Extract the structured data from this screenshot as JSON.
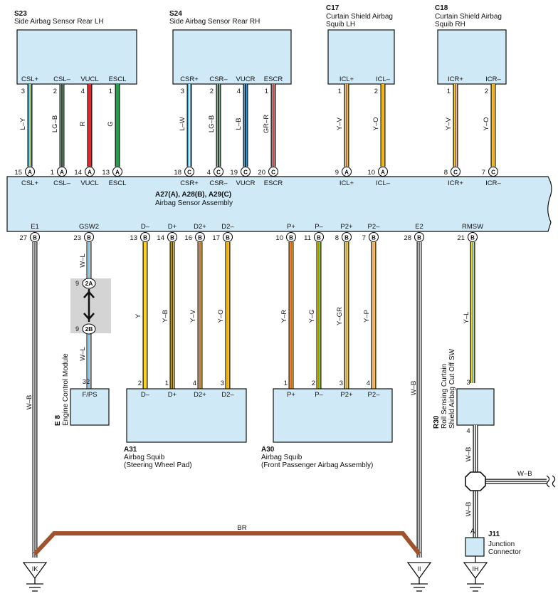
{
  "colors": {
    "box_fill": "#cfe9f7",
    "L": "#3aa8e6",
    "Y": "#ffd21f",
    "R": "#e8292b",
    "G": "#1fa34a",
    "W": "#ffffff",
    "B": "#111111",
    "V": "#8b4aa5",
    "O": "#f39a25",
    "P": "#f08fb6",
    "GR": "#9a9a9a",
    "BR": "#a0522d"
  },
  "s23": {
    "code": "S23",
    "name": "Side Airbag Sensor Rear LH",
    "pins": [
      "CSL+",
      "CSL–",
      "VUCL",
      "ESCL"
    ]
  },
  "s24": {
    "code": "S24",
    "name": "Side Airbag Sensor Rear RH",
    "pins": [
      "CSR+",
      "CSR–",
      "VUCR",
      "ESCR"
    ]
  },
  "c17": {
    "code": "C17",
    "name_line1": "Curtain Shield Airbag",
    "name_line2": "Squib LH",
    "pins": [
      "ICL+",
      "ICL–"
    ]
  },
  "c18": {
    "code": "C18",
    "name_line1": "Curtain Shield Airbag",
    "name_line2": "Squib RH",
    "pins": [
      "ICR+",
      "ICR–"
    ]
  },
  "assembly": {
    "code": "A27(A), A28(B), A29(C)",
    "name": "Airbag Sensor Assembly"
  },
  "top_wires": [
    {
      "upper_pin": "3",
      "label": "L–Y",
      "lower_pin": "15",
      "conn": "A",
      "pin_name": "CSL+",
      "c1": "L",
      "c2": "Y"
    },
    {
      "upper_pin": "2",
      "label": "LG–B",
      "lower_pin": "1",
      "conn": "A",
      "pin_name": "CSL–",
      "c1": "LG",
      "c2": "B"
    },
    {
      "upper_pin": "4",
      "label": "R",
      "lower_pin": "14",
      "conn": "A",
      "pin_name": "VUCL",
      "c1": "R",
      "c2": "R"
    },
    {
      "upper_pin": "1",
      "label": "G",
      "lower_pin": "13",
      "conn": "A",
      "pin_name": "ESCL",
      "c1": "G",
      "c2": "G"
    },
    {
      "upper_pin": "3",
      "label": "L–W",
      "lower_pin": "18",
      "conn": "C",
      "pin_name": "CSR+",
      "c1": "L",
      "c2": "W"
    },
    {
      "upper_pin": "2",
      "label": "LG–B",
      "lower_pin": "4",
      "conn": "C",
      "pin_name": "CSR–",
      "c1": "LG",
      "c2": "B"
    },
    {
      "upper_pin": "4",
      "label": "L–B",
      "lower_pin": "19",
      "conn": "C",
      "pin_name": "VUCR",
      "c1": "L",
      "c2": "B"
    },
    {
      "upper_pin": "1",
      "label": "GR–R",
      "lower_pin": "20",
      "conn": "C",
      "pin_name": "ESCR",
      "c1": "GR",
      "c2": "R"
    },
    {
      "upper_pin": "1",
      "label": "Y–V",
      "lower_pin": "9",
      "conn": "A",
      "pin_name": "ICL+",
      "c1": "Y",
      "c2": "V"
    },
    {
      "upper_pin": "2",
      "label": "Y–O",
      "lower_pin": "10",
      "conn": "A",
      "pin_name": "ICL–",
      "c1": "Y",
      "c2": "O"
    },
    {
      "upper_pin": "1",
      "label": "Y–V",
      "lower_pin": "8",
      "conn": "C",
      "pin_name": "ICR+",
      "c1": "Y",
      "c2": "V"
    },
    {
      "upper_pin": "2",
      "label": "Y–O",
      "lower_pin": "7",
      "conn": "C",
      "pin_name": "ICR–",
      "c1": "Y",
      "c2": "O"
    }
  ],
  "bottom_pins": [
    {
      "name": "E1",
      "pin": "27",
      "conn": "B"
    },
    {
      "name": "GSW2",
      "pin": "23",
      "conn": "B"
    },
    {
      "name": "D–",
      "pin": "13",
      "conn": "B"
    },
    {
      "name": "D+",
      "pin": "14",
      "conn": "B"
    },
    {
      "name": "D2+",
      "pin": "16",
      "conn": "B"
    },
    {
      "name": "D2–",
      "pin": "17",
      "conn": "B"
    },
    {
      "name": "P+",
      "pin": "10",
      "conn": "B"
    },
    {
      "name": "P–",
      "pin": "11",
      "conn": "B"
    },
    {
      "name": "P2+",
      "pin": "8",
      "conn": "B"
    },
    {
      "name": "P2–",
      "pin": "7",
      "conn": "B"
    },
    {
      "name": "E2",
      "pin": "28",
      "conn": "B"
    },
    {
      "name": "RMSW",
      "pin": "21",
      "conn": "B"
    }
  ],
  "wire_labels": {
    "e1": "W–B",
    "gsw_upper": "W–L",
    "gsw_lower": "W–L",
    "d_minus": "Y",
    "d_plus": "Y–B",
    "d2_plus": "Y–V",
    "d2_minus": "Y–O",
    "p_plus": "Y–R",
    "p_minus": "Y–G",
    "p2_plus": "Y–GR",
    "p2_minus": "Y–P",
    "e2": "W–B",
    "rmsw": "Y–L",
    "r30_out": "W–B",
    "branch": "W–B",
    "j11_in": "W–B",
    "br": "BR"
  },
  "inline": {
    "upper": "2A",
    "lower": "2B",
    "pin_upper": "9",
    "pin_lower": "9"
  },
  "ecm": {
    "code": "E 8",
    "name": "Engine Control Module",
    "pin": "32",
    "pin_name": "F/PS"
  },
  "a31": {
    "code": "A31",
    "name": "Airbag Squib",
    "sub": "(Steering Wheel Pad)",
    "pins": [
      "D–",
      "D+",
      "D2+",
      "D2–"
    ],
    "pin_nums": [
      "2",
      "1",
      "4",
      "3"
    ]
  },
  "a30": {
    "code": "A30",
    "name": "Airbag Squib",
    "sub": "(Front Passenger Airbag Assembly)",
    "pins": [
      "P+",
      "P–",
      "P2+",
      "P2–"
    ],
    "pin_nums": [
      "1",
      "2",
      "3",
      "4"
    ]
  },
  "r30": {
    "code": "R30",
    "name_line1": "Roll Sensing Curtain",
    "name_line2": "Shield Airbag Cut Off SW",
    "pin_in": "3",
    "pin_out": "4"
  },
  "j11": {
    "code": "J11",
    "name_line1": "Junction",
    "name_line2": "Connector",
    "pin": "A"
  },
  "grounds": {
    "left": "IK",
    "mid": "II",
    "right": "IH"
  }
}
